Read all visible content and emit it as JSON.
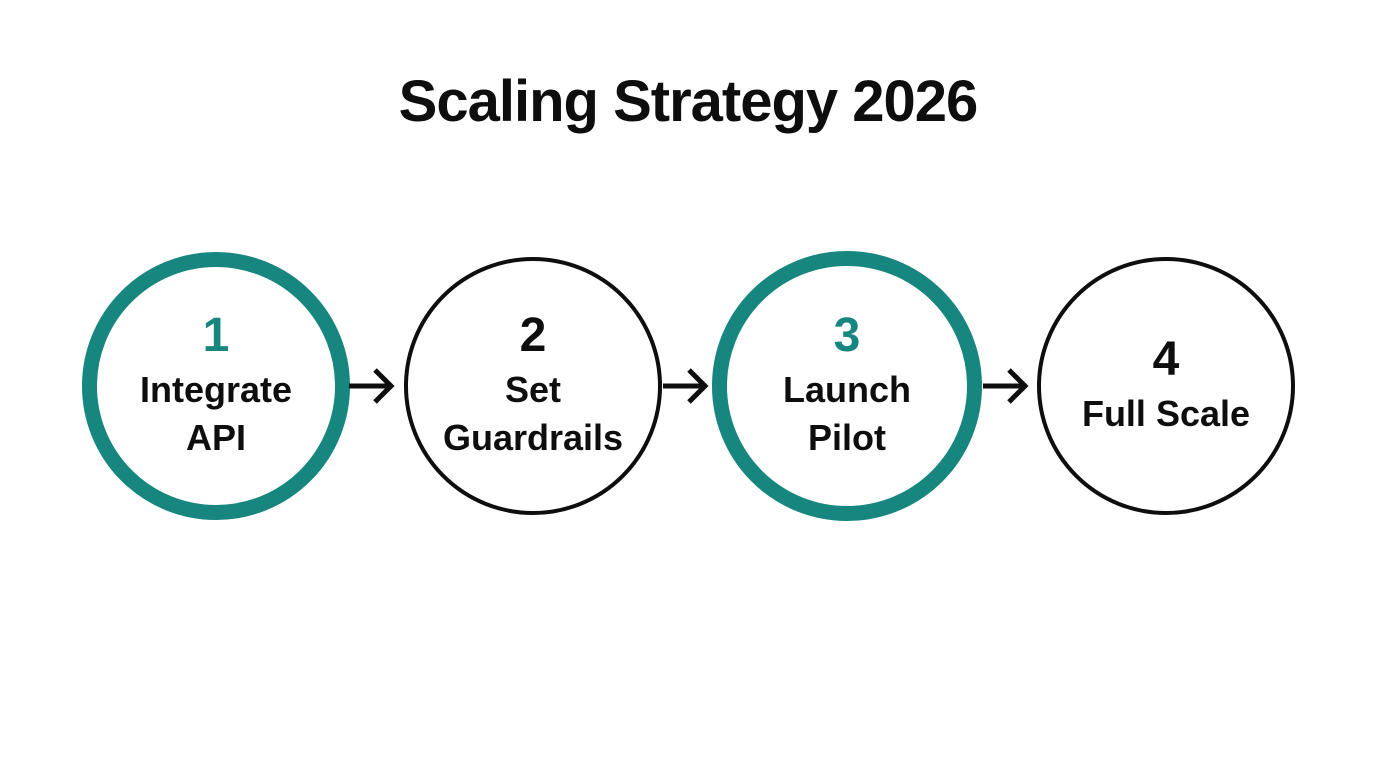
{
  "title": "Scaling Strategy 2026",
  "colors": {
    "accent": "#16867E",
    "ink": "#0e0e0e",
    "background": "#ffffff"
  },
  "steps": [
    {
      "number": "1",
      "label": "Integrate API",
      "highlighted": true
    },
    {
      "number": "2",
      "label": "Set Guardrails",
      "highlighted": false
    },
    {
      "number": "3",
      "label": "Launch Pilot",
      "highlighted": true
    },
    {
      "number": "4",
      "label": "Full Scale",
      "highlighted": false
    }
  ],
  "connectors": [
    {
      "icon": "arrow-right-icon",
      "from": "1",
      "to": "2"
    },
    {
      "icon": "arrow-right-icon",
      "from": "2",
      "to": "3"
    },
    {
      "icon": "arrow-right-icon",
      "from": "3",
      "to": "4"
    }
  ]
}
